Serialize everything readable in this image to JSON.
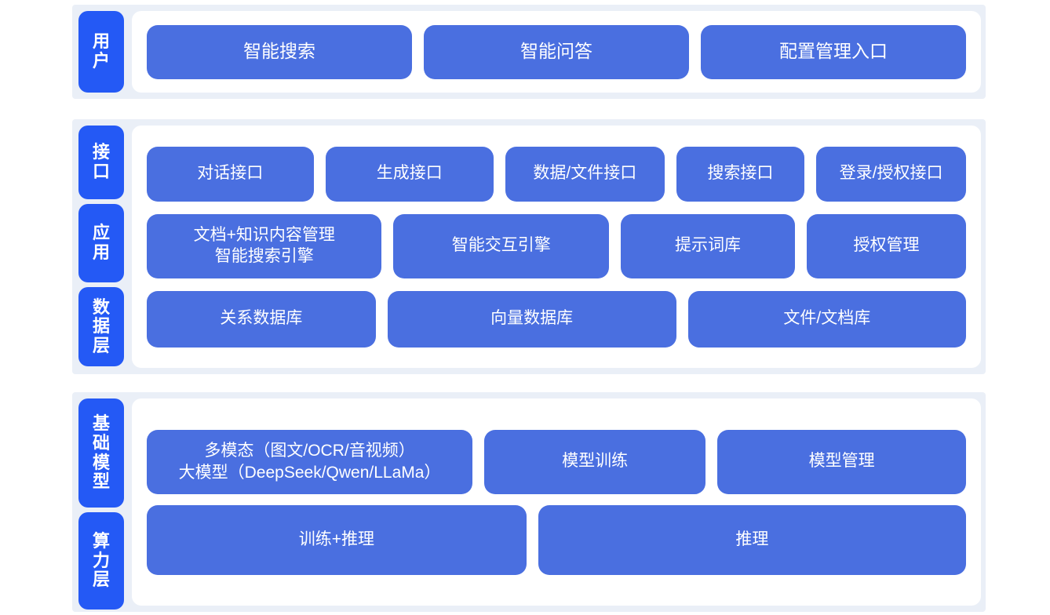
{
  "theme": {
    "tab_blue": "#2459f5",
    "box_blue": "#4a6fe0",
    "panel_bg": "#eaeff7",
    "card_bg": "#ffffff",
    "page_bg": "#ffffff",
    "text_on_blue": "#ffffff"
  },
  "sections": [
    {
      "id": "user",
      "tabs": [
        {
          "label": "用户"
        }
      ],
      "rows": [
        {
          "id": "user-row",
          "boxes": [
            {
              "label": "智能搜索"
            },
            {
              "label": "智能问答"
            },
            {
              "label": "配置管理入口"
            }
          ]
        }
      ]
    },
    {
      "id": "middle",
      "tabs": [
        {
          "label": "接口"
        },
        {
          "label": "应用"
        },
        {
          "label": "数据层"
        }
      ],
      "rows": [
        {
          "id": "api-row",
          "boxes": [
            {
              "label": "对话接口"
            },
            {
              "label": "生成接口"
            },
            {
              "label": "数据/文件接口"
            },
            {
              "label": "搜索接口"
            },
            {
              "label": "登录/授权接口"
            }
          ]
        },
        {
          "id": "app-row",
          "boxes": [
            {
              "label": "文档+知识内容管理\n智能搜索引擎"
            },
            {
              "label": "智能交互引擎"
            },
            {
              "label": "提示词库"
            },
            {
              "label": "授权管理"
            }
          ]
        },
        {
          "id": "data-row",
          "boxes": [
            {
              "label": "关系数据库"
            },
            {
              "label": "向量数据库"
            },
            {
              "label": "文件/文档库"
            }
          ]
        }
      ]
    },
    {
      "id": "base",
      "tabs": [
        {
          "label": "基础模型"
        },
        {
          "label": "算力层"
        }
      ],
      "rows": [
        {
          "id": "model-row",
          "boxes": [
            {
              "label": "多模态（图文/OCR/音视频）\n大模型（DeepSeek/Qwen/LLaMa）"
            },
            {
              "label": "模型训练"
            },
            {
              "label": "模型管理"
            }
          ]
        },
        {
          "id": "compute-row",
          "boxes": [
            {
              "label": "训练+推理"
            },
            {
              "label": "推理"
            }
          ]
        }
      ]
    }
  ]
}
